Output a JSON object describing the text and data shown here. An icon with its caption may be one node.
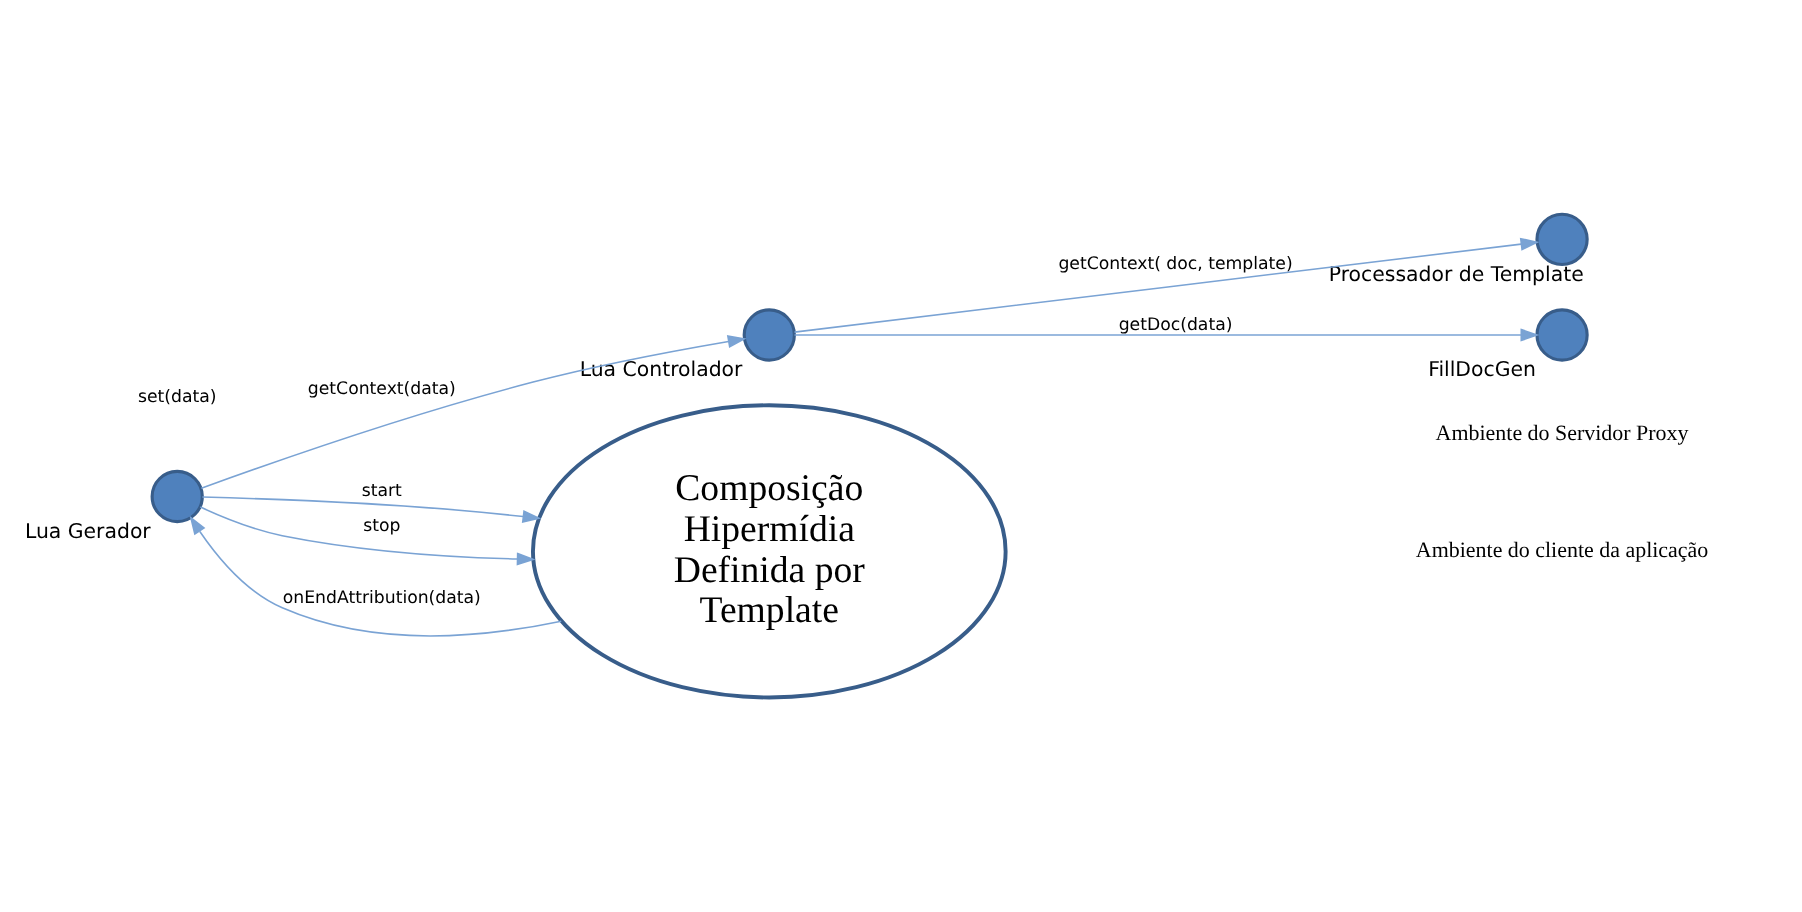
{
  "diagram": {
    "nodes": [
      {
        "text": [
          "Processador de Template"
        ]
      },
      {
        "text": [
          "FillDocGen"
        ]
      },
      {
        "text": [
          "Lua Controlador"
        ]
      },
      {
        "text": [
          "Lua Gerador"
        ]
      },
      {
        "text": [
          "Composição Hipermídia Definida por Template"
        ]
      }
    ],
    "edges": [
      {
        "from": 2,
        "to": 0,
        "arrow": "to",
        "label": "getContext( doc, template)"
      },
      {
        "from": 2,
        "to": 1,
        "arrow": "to",
        "label": "getDoc(data)"
      },
      {
        "from": 3,
        "to": 2,
        "arrow": "to",
        "label": "getContext(data)"
      },
      {
        "from": 3,
        "to": 4,
        "arrow": "to",
        "label": "start"
      },
      {
        "from": 4,
        "to": 3,
        "arrow": "to",
        "label": "onEndAttribution(data)"
      },
      {
        "from": 3,
        "to": 4,
        "arrow": "to",
        "label": "stop"
      }
    ],
    "labels": [
      "set(data)",
      "Ambiente do Servidor Proxy",
      "Ambiente do cliente da aplicação"
    ]
  }
}
